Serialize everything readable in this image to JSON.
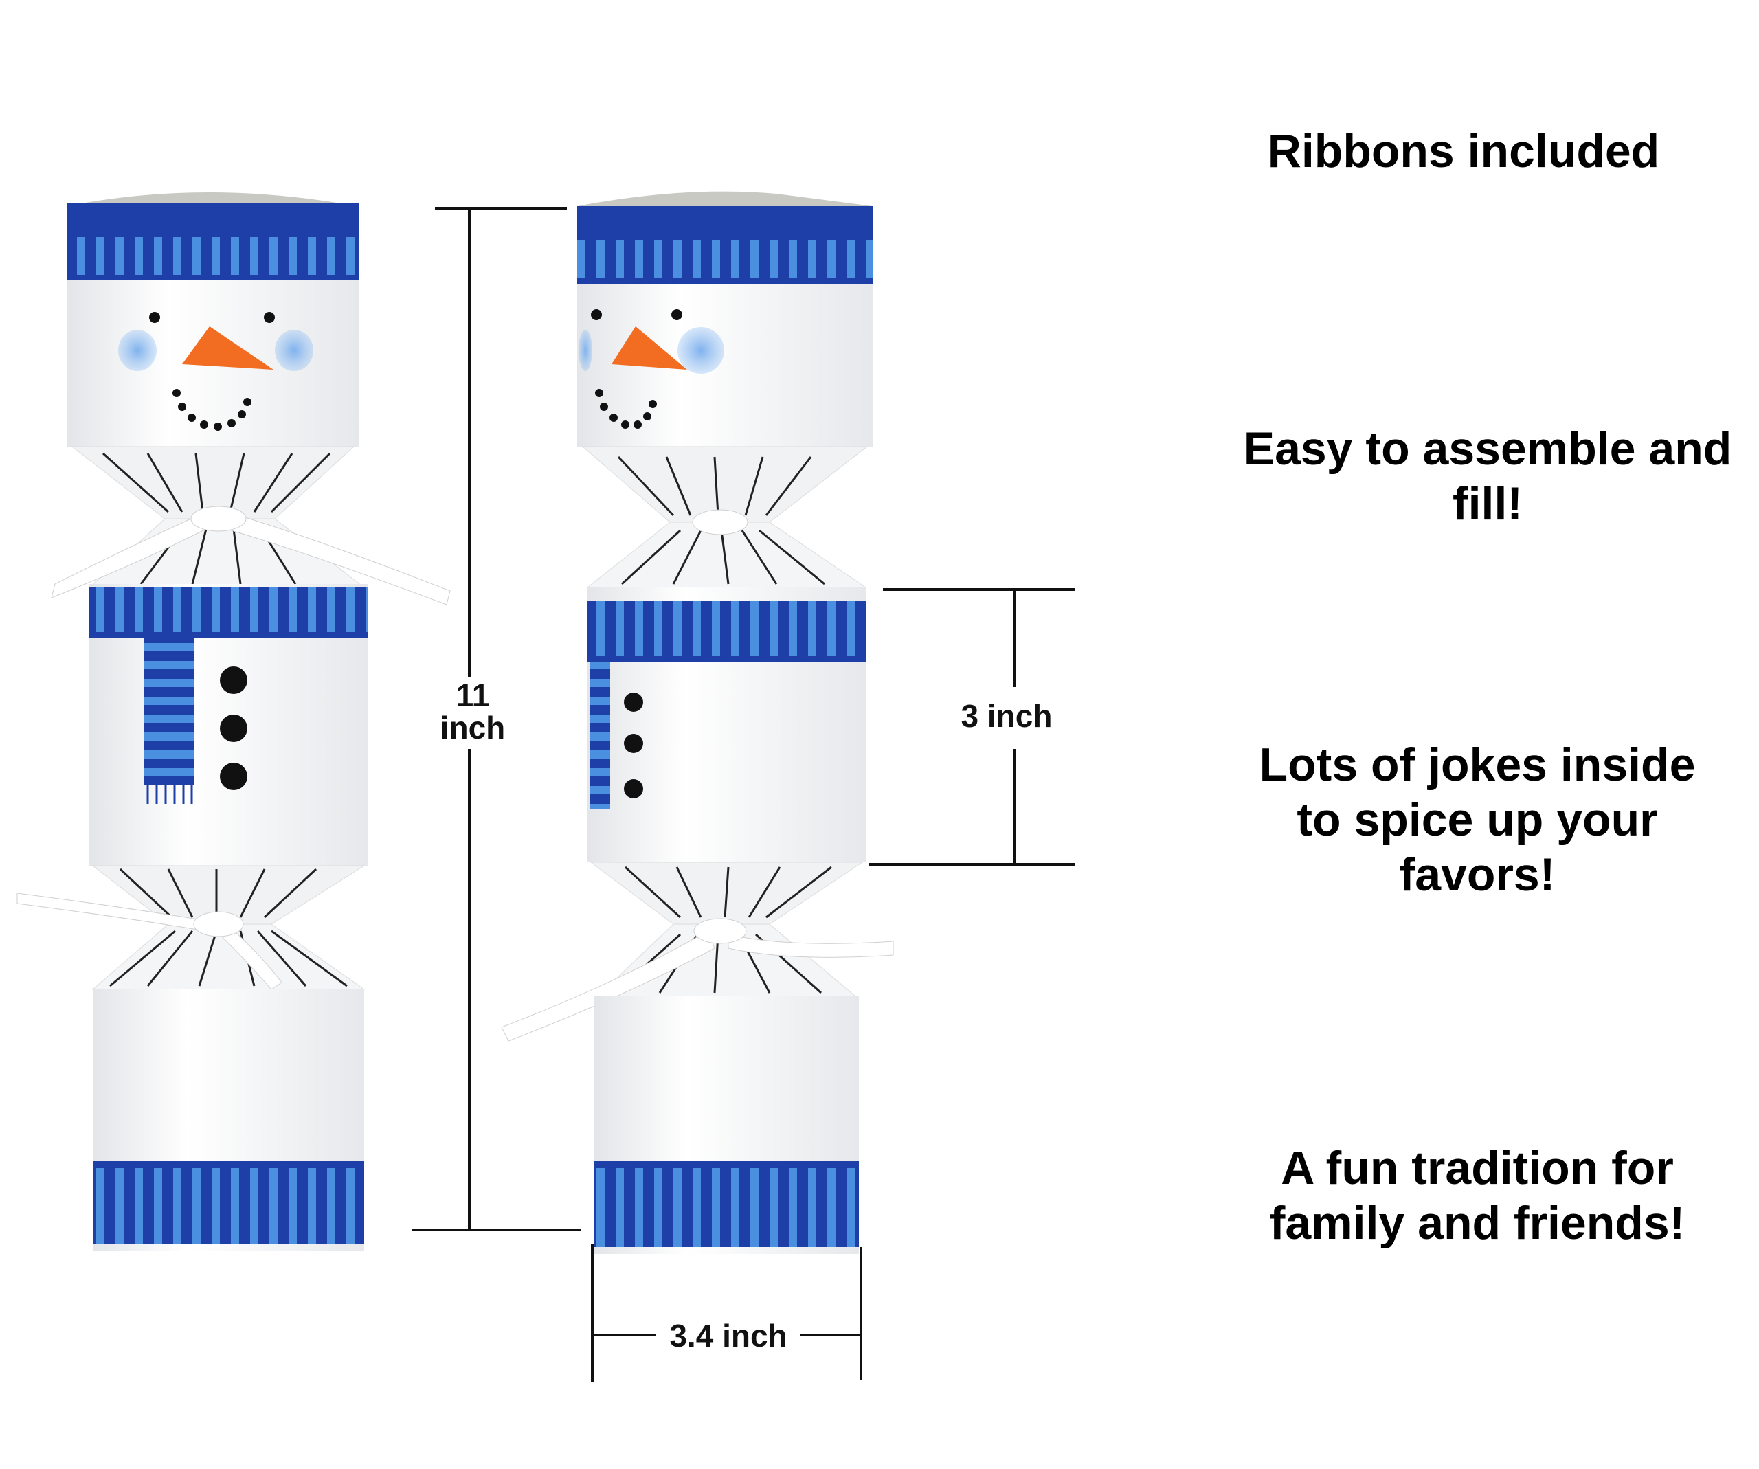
{
  "features": [
    "Ribbons included",
    "Easy to assemble and fill!",
    "Lots of jokes inside to spice up your favors!",
    "A fun tradition for family and friends!"
  ],
  "dimensions": {
    "height_value": "11",
    "height_unit": "inch",
    "body_height": "3 inch",
    "width": "3.4 inch"
  },
  "colors": {
    "band_dark": "#1f3fa8",
    "band_light": "#4a8fe0",
    "paper": "#f3f4f5",
    "nose": "#f26d21",
    "cheek": "#7fb2ee"
  }
}
